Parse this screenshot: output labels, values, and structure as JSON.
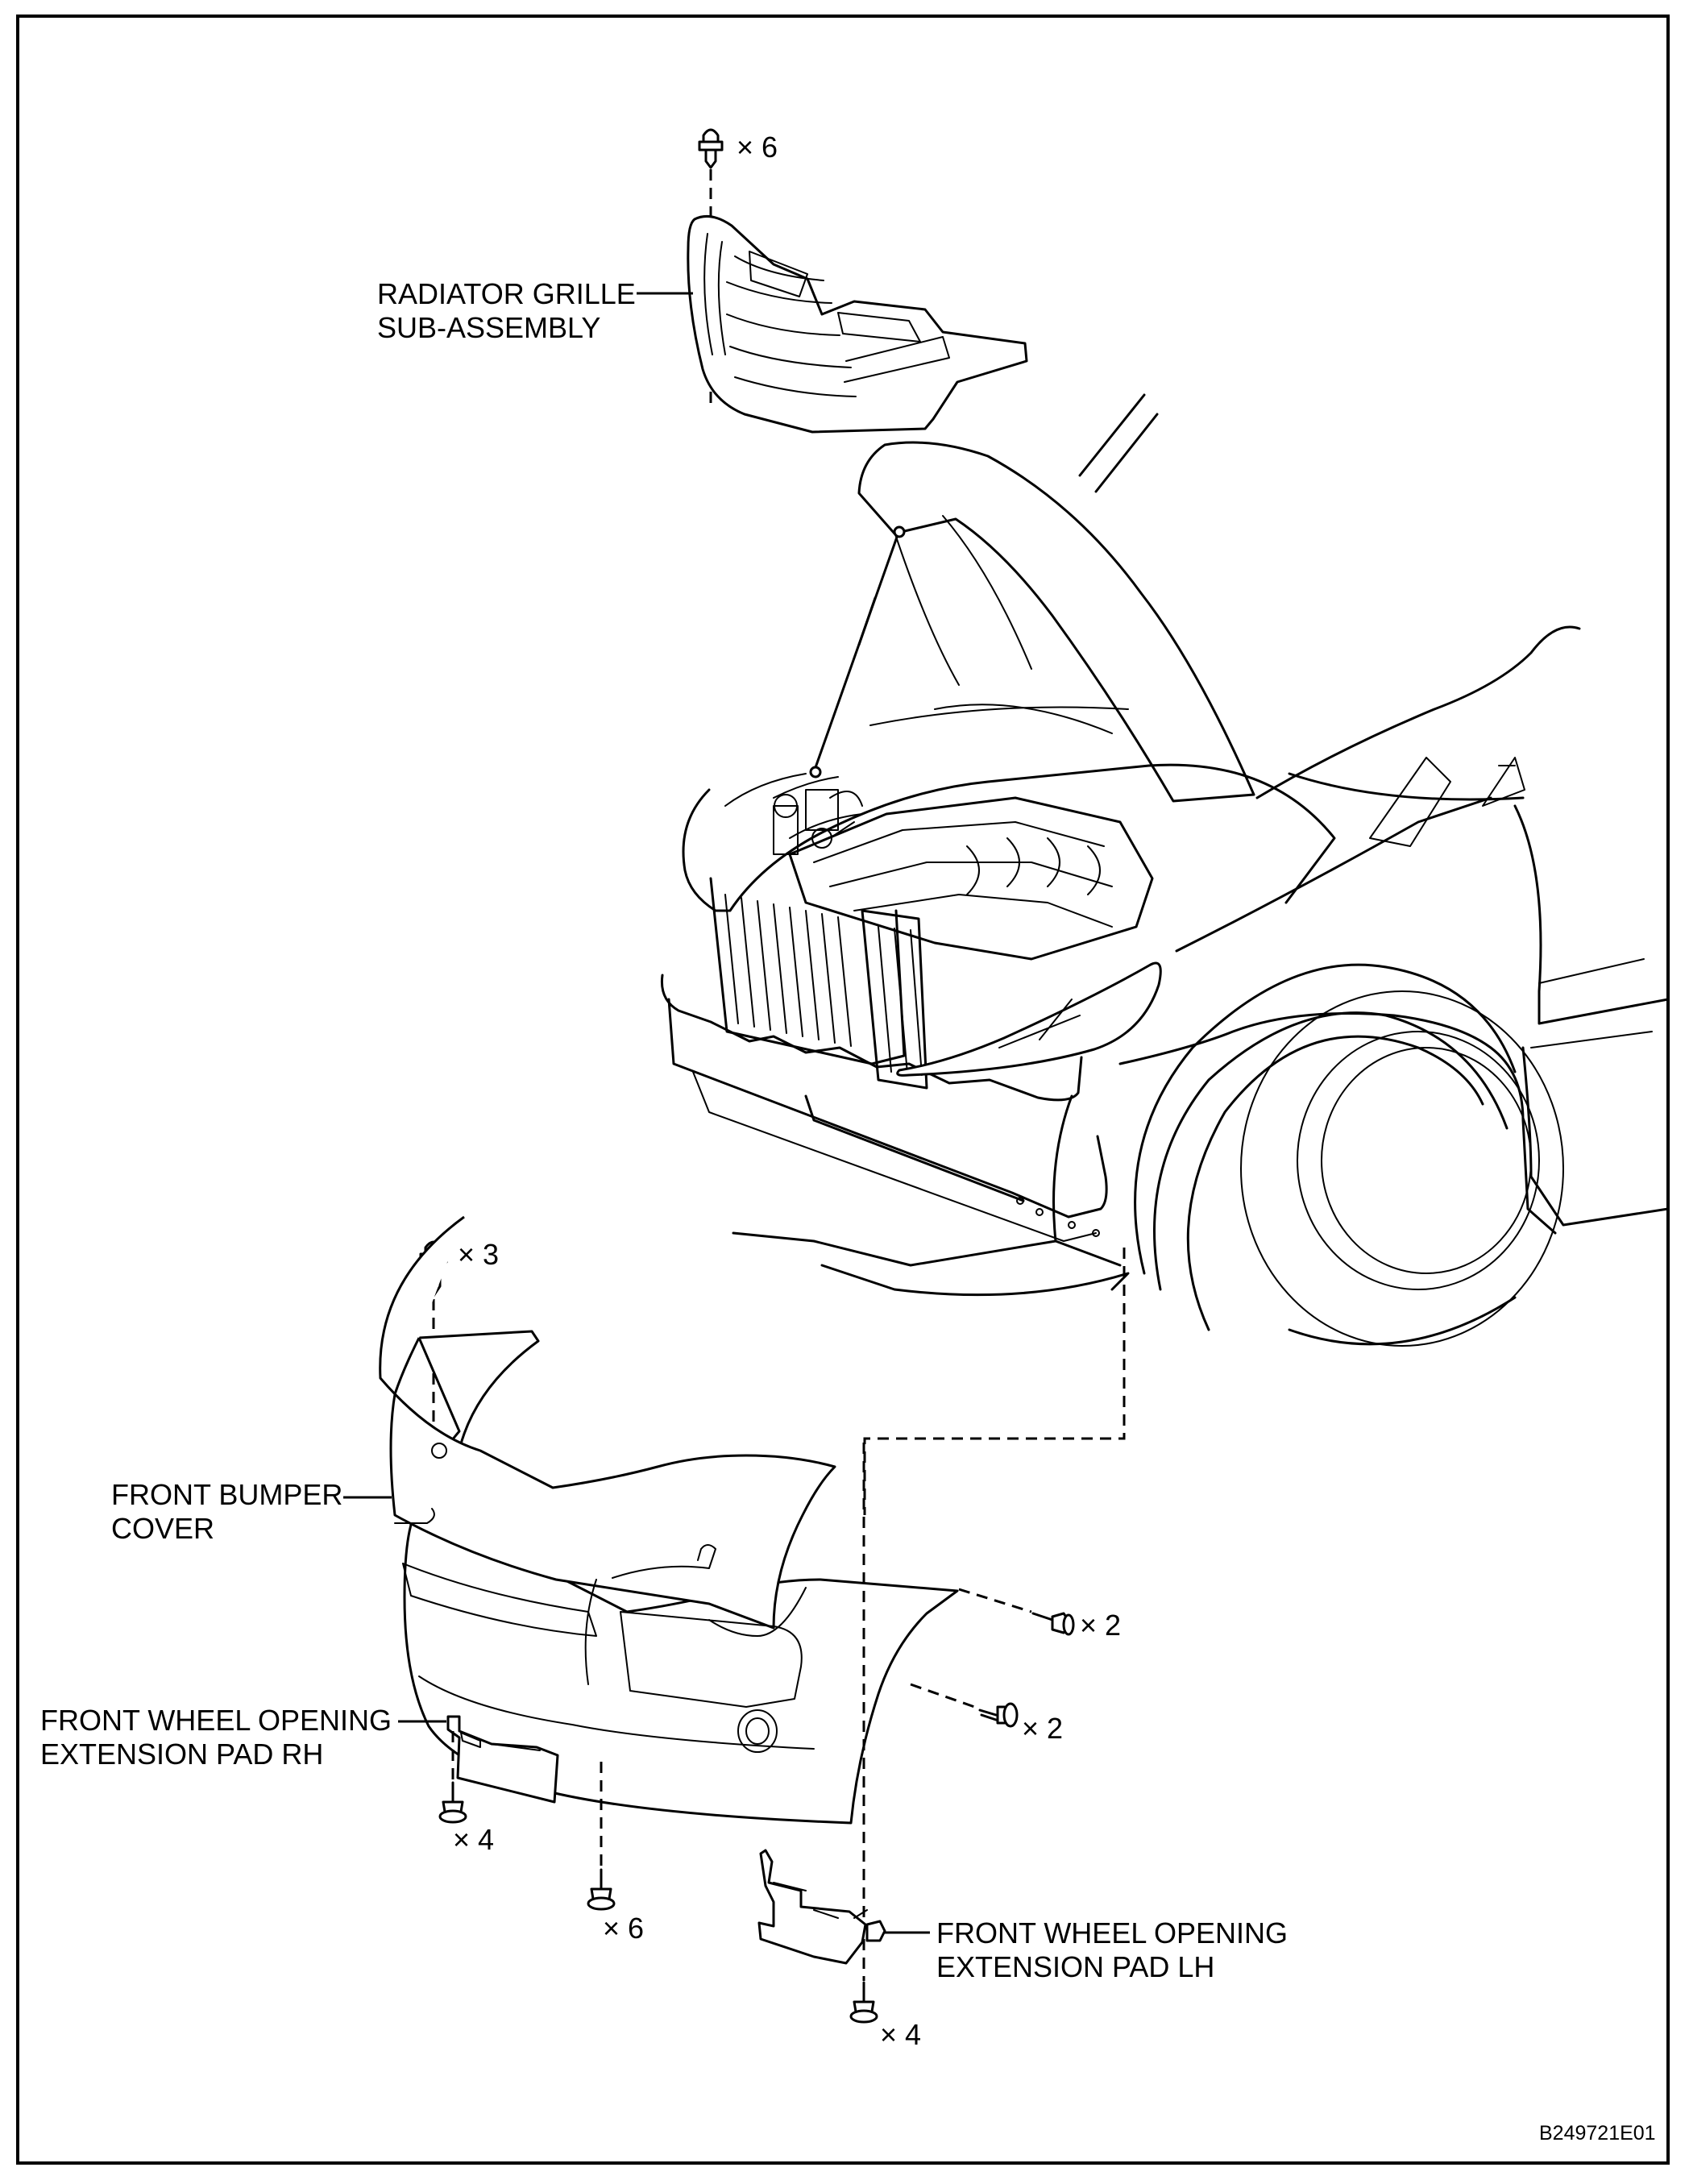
{
  "labels": {
    "radiator_grille": [
      "RADIATOR GRILLE",
      "SUB-ASSEMBLY"
    ],
    "front_bumper_cover": [
      "FRONT BUMPER",
      "COVER"
    ],
    "pad_rh": [
      "FRONT WHEEL OPENING",
      "EXTENSION PAD RH"
    ],
    "pad_lh": [
      "FRONT WHEEL OPENING",
      "EXTENSION PAD LH"
    ]
  },
  "quantities": {
    "grille_clips": "× 6",
    "bumper_clips_top": "× 3",
    "screws_side_upper": "× 2",
    "screws_side_lower": "× 2",
    "bolts_rh": "× 4",
    "bolts_center": "× 6",
    "bolts_lh": "× 4"
  },
  "figure_code": "B249721E01"
}
